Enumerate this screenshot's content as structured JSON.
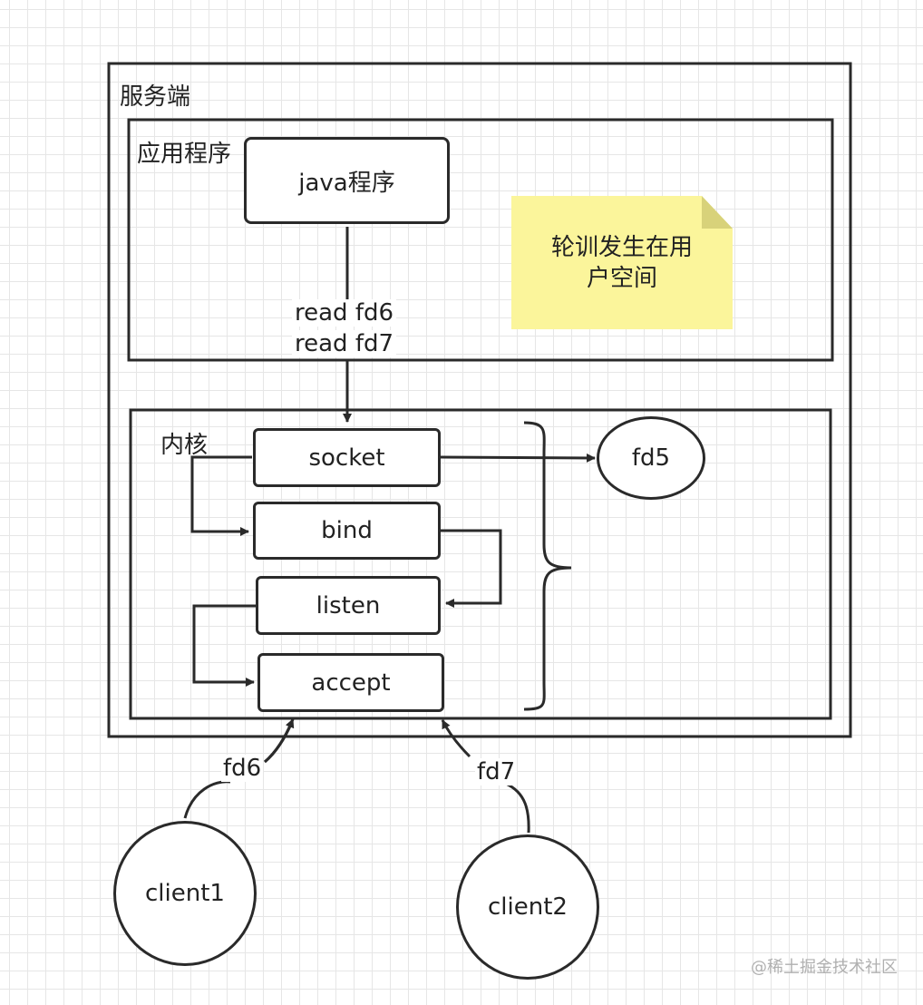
{
  "server_label": "服务端",
  "app_label": "应用程序",
  "java_program": "java程序",
  "read_line1": "read fd6",
  "read_line2": "read fd7",
  "note_line1": "轮训发生在用",
  "note_line2": "户空间",
  "kernel_label": "内核",
  "socket": "socket",
  "bind": "bind",
  "listen": "listen",
  "accept": "accept",
  "fd5": "fd5",
  "fd6": "fd6",
  "fd7": "fd7",
  "client1": "client1",
  "client2": "client2",
  "watermark": "@稀土掘金技术社区",
  "colors": {
    "line": "#2a2a2a",
    "note": "#fbf59b",
    "grid": "#e6e6e6"
  }
}
